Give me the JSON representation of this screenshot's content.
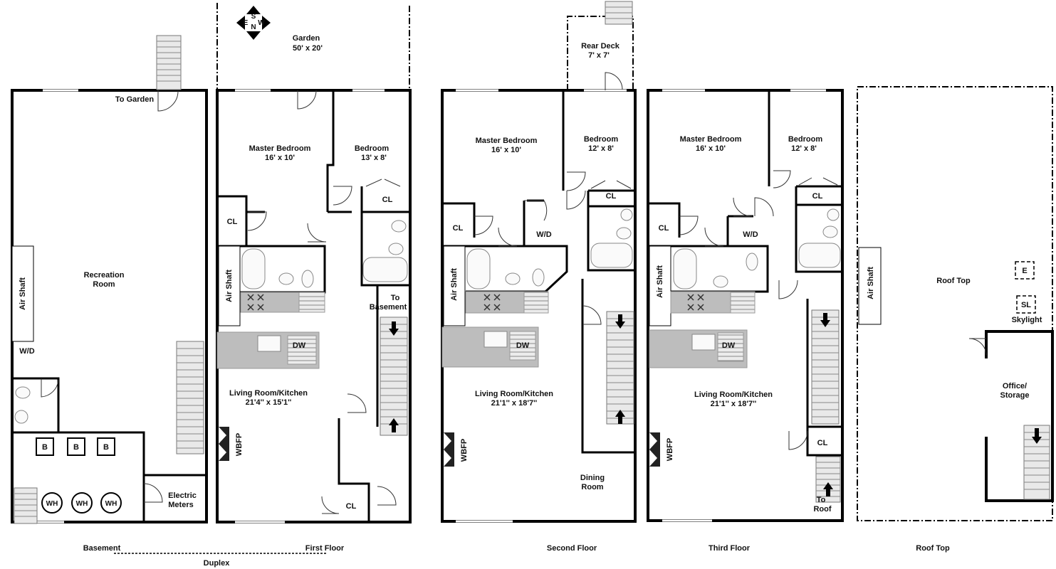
{
  "compass": {
    "letters": [
      "S",
      "N",
      "W",
      "E"
    ]
  },
  "labels": {
    "garden": "Garden",
    "garden_size": "50' x 20'",
    "rear_deck": "Rear Deck",
    "rear_deck_size": "7' x 7'",
    "to_garden": "To Garden",
    "recreation_room_1": "Recreation",
    "recreation_room_2": "Room",
    "air_shaft": "Air Shaft",
    "wd_basement": "W/D",
    "boiler": "B",
    "water_heater": "WH",
    "electric_1": "Electric",
    "electric_2": "Meters",
    "master_bedroom": "Master Bedroom",
    "master_size": "16' x 10'",
    "bedroom": "Bedroom",
    "bedroom_size_1": "13' x 8'",
    "bedroom_size_23": "12' x 8'",
    "closet": "CL",
    "wd": "W/D",
    "dw": "DW",
    "wbfp": "WBFP",
    "to_basement_1": "To",
    "to_basement_2": "Basement",
    "living_kitchen": "Living Room/Kitchen",
    "living_size_1": "21'4'' x 15'1''",
    "living_size_23": "21'1'' x 18'7''",
    "dining_1": "Dining",
    "dining_2": "Room",
    "to_roof_1": "To",
    "to_roof_2": "Roof",
    "roof_top": "Roof Top",
    "elevator": "E",
    "skylight_box": "SL",
    "skylight": "Skylight",
    "office_1": "Office/",
    "office_2": "Storage"
  },
  "floor_captions": {
    "basement": "Basement",
    "first": "First Floor",
    "second": "Second Floor",
    "third": "Third Floor",
    "roof": "Roof Top",
    "duplex": "Duplex"
  }
}
